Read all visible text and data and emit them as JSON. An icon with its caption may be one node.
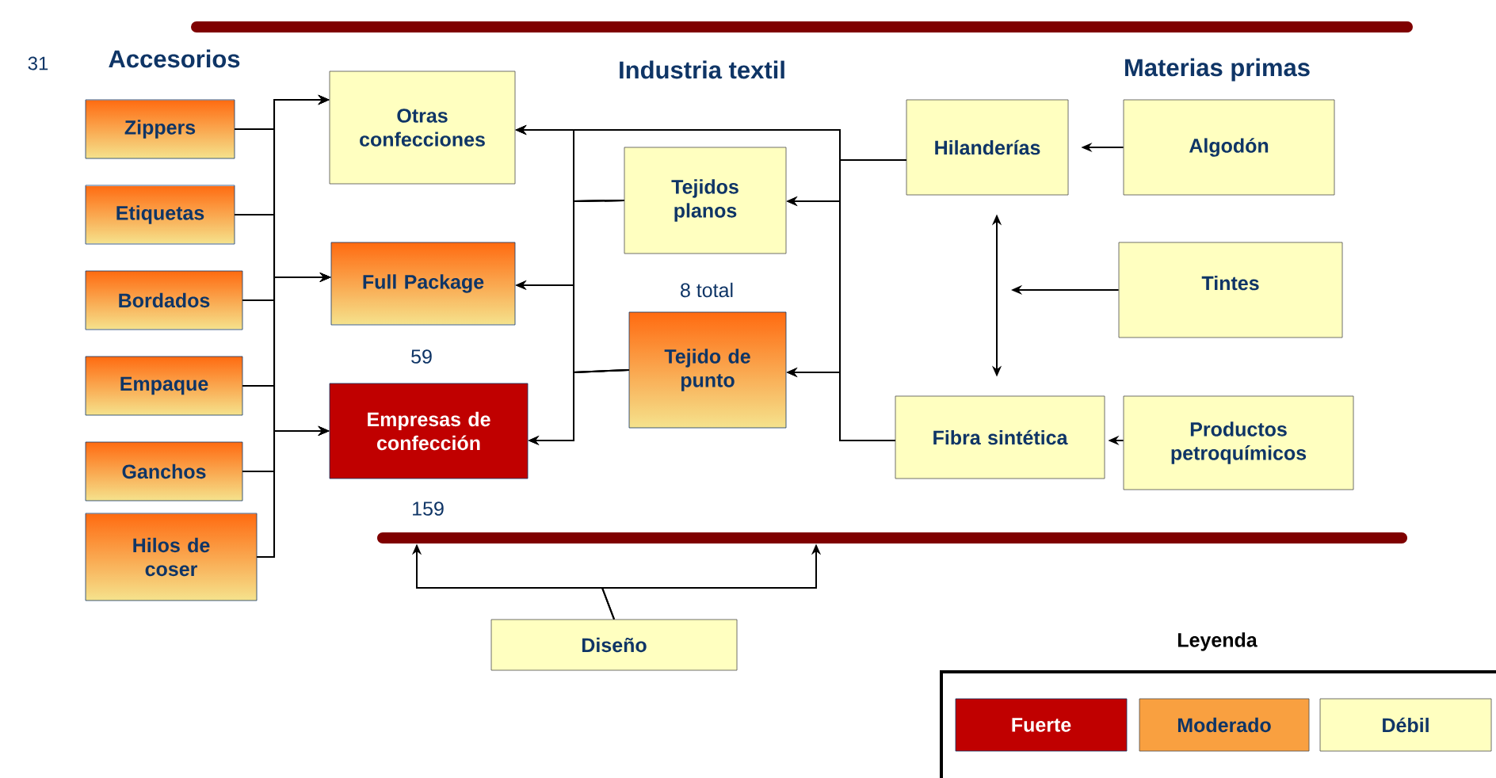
{
  "diagram": {
    "nodes": [
      {
        "text": [
          "Zippers"
        ]
      },
      {
        "text": [
          "Etiquetas"
        ]
      },
      {
        "text": [
          "Bordados"
        ]
      },
      {
        "text": [
          "Empaque"
        ]
      },
      {
        "text": [
          "Ganchos"
        ]
      },
      {
        "text": [
          "Hilos de coser"
        ]
      },
      {
        "text": [
          "Otras confecciones"
        ]
      },
      {
        "text": [
          "Full Package"
        ],
        "beside": [
          "59"
        ]
      },
      {
        "text": [
          "Empresas de confección"
        ],
        "beside": [
          "159"
        ]
      },
      {
        "text": [
          "Tejidos planos"
        ]
      },
      {
        "text": [
          "Tejido de punto"
        ],
        "beside": [
          "8 total"
        ]
      },
      {
        "text": [
          "Hilanderías"
        ]
      },
      {
        "text": [
          "Algodón"
        ]
      },
      {
        "text": [
          "Tintes"
        ]
      },
      {
        "text": [
          "Fibra sintética"
        ]
      },
      {
        "text": [
          "Productos petroquímicos"
        ]
      },
      {
        "text": [],
        "shape": "bar"
      },
      {
        "text": [
          "Diseño"
        ]
      }
    ],
    "edges": [
      {
        "from": 0,
        "to": 6,
        "arrow": "to"
      },
      {
        "from": 0,
        "to": 7,
        "arrow": "to"
      },
      {
        "from": 0,
        "to": 8,
        "arrow": "to"
      },
      {
        "from": 1,
        "to": 6,
        "arrow": "to"
      },
      {
        "from": 1,
        "to": 7,
        "arrow": "to"
      },
      {
        "from": 1,
        "to": 8,
        "arrow": "to"
      },
      {
        "from": 2,
        "to": 6,
        "arrow": "to"
      },
      {
        "from": 2,
        "to": 7,
        "arrow": "to"
      },
      {
        "from": 2,
        "to": 8,
        "arrow": "to"
      },
      {
        "from": 3,
        "to": 6,
        "arrow": "to"
      },
      {
        "from": 3,
        "to": 7,
        "arrow": "to"
      },
      {
        "from": 3,
        "to": 8,
        "arrow": "to"
      },
      {
        "from": 4,
        "to": 6,
        "arrow": "to"
      },
      {
        "from": 4,
        "to": 7,
        "arrow": "to"
      },
      {
        "from": 4,
        "to": 8,
        "arrow": "to"
      },
      {
        "from": 5,
        "to": 6,
        "arrow": "to"
      },
      {
        "from": 5,
        "to": 7,
        "arrow": "to"
      },
      {
        "from": 5,
        "to": 8,
        "arrow": "to"
      },
      {
        "from": 9,
        "to": 6,
        "arrow": "to"
      },
      {
        "from": 9,
        "to": 7,
        "arrow": "to"
      },
      {
        "from": 9,
        "to": 8,
        "arrow": "to"
      },
      {
        "from": 10,
        "to": 6,
        "arrow": "to"
      },
      {
        "from": 10,
        "to": 7,
        "arrow": "to"
      },
      {
        "from": 10,
        "to": 8,
        "arrow": "to"
      },
      {
        "from": 11,
        "to": 6,
        "arrow": "to"
      },
      {
        "from": 11,
        "to": 9,
        "arrow": "to"
      },
      {
        "from": 11,
        "to": 10,
        "arrow": "to"
      },
      {
        "from": 14,
        "to": 6,
        "arrow": "to"
      },
      {
        "from": 14,
        "to": 9,
        "arrow": "to"
      },
      {
        "from": 14,
        "to": 10,
        "arrow": "to"
      },
      {
        "from": 12,
        "to": 11,
        "arrow": "to"
      },
      {
        "from": 15,
        "to": 14,
        "arrow": "to"
      },
      {
        "from": 11,
        "to": 14,
        "arrow": "both"
      },
      {
        "from": 13,
        "to": null,
        "arrow": "to"
      },
      {
        "from": 17,
        "to": 16,
        "arrow": "to"
      },
      {
        "from": 17,
        "to": 16,
        "arrow": "to"
      }
    ],
    "labels": [
      "31",
      "Accesorios",
      "Industria textil",
      "Materias primas",
      "Leyenda"
    ],
    "legend": [
      {
        "text": "Fuerte",
        "color": "#c00000"
      },
      {
        "text": "Moderado",
        "color": "#f9a040"
      },
      {
        "text": "Débil",
        "color": "#ffffc0"
      }
    ]
  }
}
